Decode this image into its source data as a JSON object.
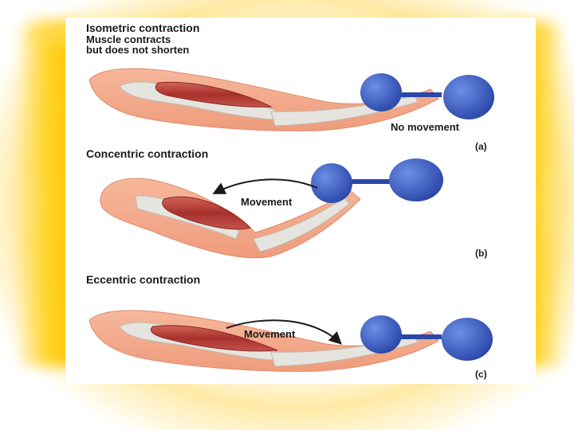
{
  "panels": [
    {
      "title": "Isometric contraction",
      "subtitle_line1": "Muscle contracts",
      "subtitle_line2": "but does not shorten",
      "movement_label": "No movement",
      "tag": "(a)"
    },
    {
      "title": "Concentric contraction",
      "movement_label": "Movement",
      "tag": "(b)"
    },
    {
      "title": "Eccentric contraction",
      "movement_label": "Movement",
      "tag": "(c)"
    }
  ],
  "colors": {
    "skin": "#f4a98a",
    "skin_shadow": "#e8906f",
    "bone": "#e3e2dc",
    "muscle": "#b8403a",
    "dumbbell": "#3a5fc8",
    "frame_glow": "#ffc400"
  }
}
